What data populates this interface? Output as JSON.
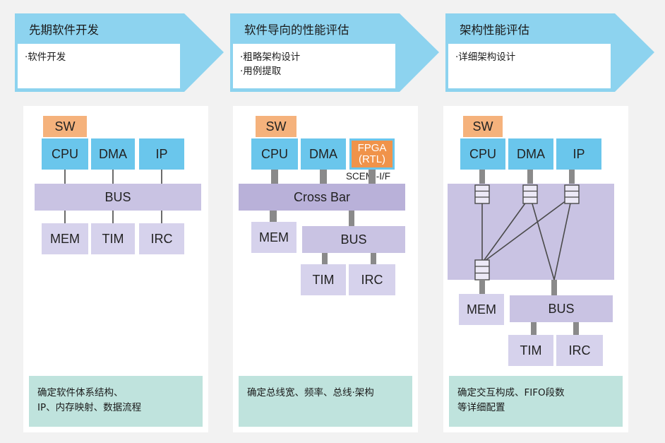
{
  "stages": [
    {
      "title": "先期软件开发",
      "items": [
        "·软件开发"
      ]
    },
    {
      "title": "软件导向的性能评估",
      "items": [
        "·粗略架构设计",
        "·用例提取"
      ]
    },
    {
      "title": "架构性能评估",
      "items": [
        "·详细架构设计"
      ]
    }
  ],
  "panel1": {
    "sw": "SW",
    "cpu": "CPU",
    "dma": "DMA",
    "ip": "IP",
    "bus": "BUS",
    "mem": "MEM",
    "tim": "TIM",
    "irc": "IRC",
    "note": [
      "确定软件体系结构、",
      "IP、内存映射、数据流程"
    ]
  },
  "panel2": {
    "sw": "SW",
    "cpu": "CPU",
    "dma": "DMA",
    "fpga_line1": "FPGA",
    "fpga_line2": "(RTL)",
    "scemi": "SCEMI-I/F",
    "crossbar": "Cross Bar",
    "mem": "MEM",
    "bus": "BUS",
    "tim": "TIM",
    "irc": "IRC",
    "note": [
      "确定总线宽、频率、总线·架构"
    ]
  },
  "panel3": {
    "sw": "SW",
    "cpu": "CPU",
    "dma": "DMA",
    "ip": "IP",
    "mem": "MEM",
    "bus": "BUS",
    "tim": "TIM",
    "irc": "IRC",
    "note": [
      "确定交互构成、FIFO段数",
      "等详细配置"
    ]
  },
  "colors": {
    "arrow": "#8dd3ef",
    "sw": "#f5b27c",
    "cpu": "#6ac6ec",
    "peripheral": "#d6d2ec",
    "bus": "#c9c3e3",
    "crossbar": "#b9b1d9",
    "fpga": "#f0934a",
    "note": "#bfe3dd",
    "background": "#f2f2f2"
  }
}
